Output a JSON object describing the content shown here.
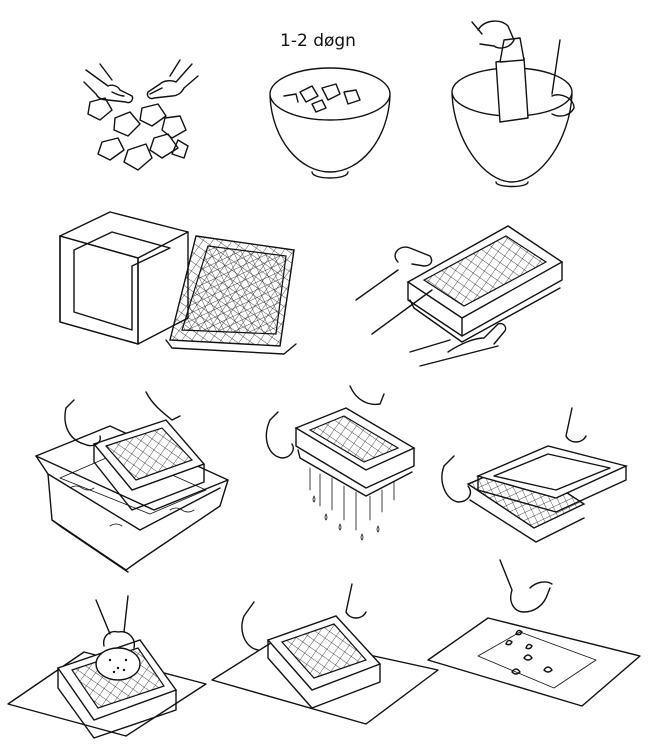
{
  "steps": [
    {
      "id": 1,
      "icon": "tearing-paper-icon"
    },
    {
      "id": 2,
      "icon": "soaking-bowl-icon",
      "caption": "1-2 døgn"
    },
    {
      "id": 3,
      "icon": "blending-bowl-icon"
    },
    {
      "id": 4,
      "icon": "frame-and-mesh-icon"
    },
    {
      "id": 5,
      "icon": "stacked-frame-icon"
    },
    {
      "id": 6,
      "icon": "dipping-tub-icon"
    },
    {
      "id": 7,
      "icon": "draining-frame-icon"
    },
    {
      "id": 8,
      "icon": "lifting-frame-icon"
    },
    {
      "id": 9,
      "icon": "sponge-press-icon"
    },
    {
      "id": 10,
      "icon": "lift-mesh-icon"
    },
    {
      "id": 11,
      "icon": "adding-petals-icon"
    }
  ],
  "colors": {
    "ink": "#111111",
    "paper": "#ffffff"
  }
}
